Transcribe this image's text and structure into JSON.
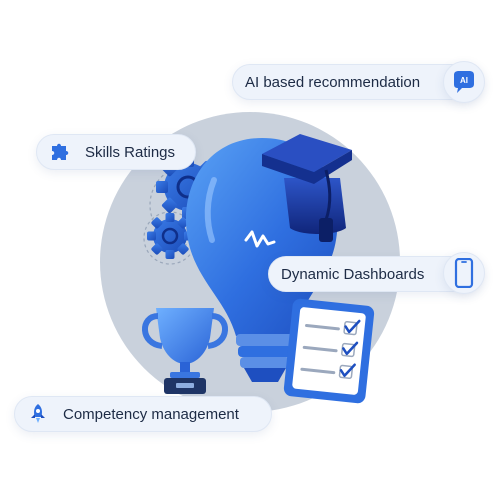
{
  "features": {
    "ai_recommendation": "AI based recommendation",
    "skills_ratings": "Skills Ratings",
    "dynamic_dashboards": "Dynamic Dashboards",
    "competency_management": "Competency management"
  },
  "icons": {
    "ai_chip_label": "AI",
    "ai": "ai-chat-icon",
    "skills": "puzzle-icon",
    "dashboards": "smartphone-icon",
    "competency": "rocket-icon"
  },
  "colors": {
    "primary_blue": "#2f6fe0",
    "dark_blue": "#16359a",
    "circle_gray": "#c9d1dc",
    "pill_bg": "#eef3fb",
    "text": "#1d2b45"
  }
}
